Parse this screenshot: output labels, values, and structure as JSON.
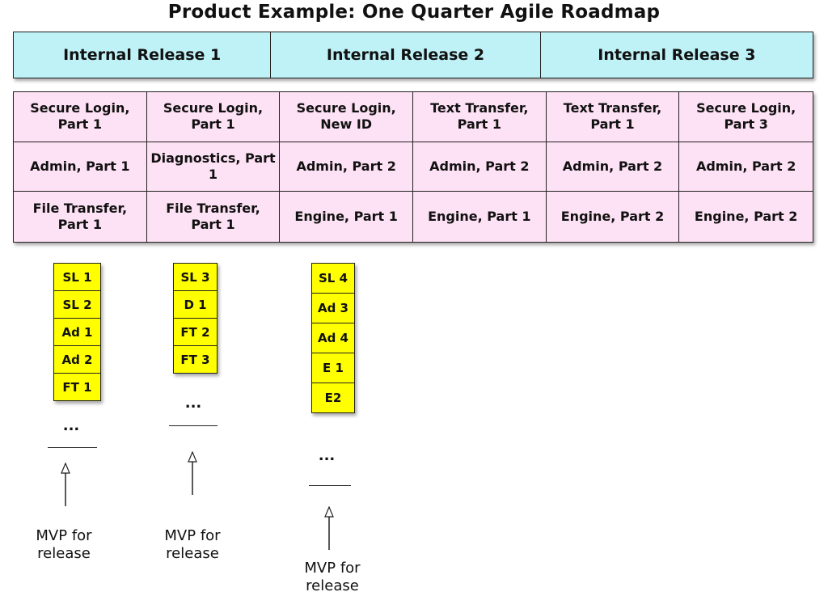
{
  "title": "Product Example: One Quarter Agile Roadmap",
  "releases": [
    "Internal Release 1",
    "Internal Release 2",
    "Internal Release 3"
  ],
  "features": [
    "Secure Login,\nPart 1",
    "Secure Login,\nPart 1",
    "Secure Login,\nNew ID",
    "Text Transfer,\nPart 1",
    "Text Transfer,\nPart 1",
    "Secure Login,\nPart 3",
    "Admin, Part 1",
    "Diagnostics, Part 1",
    "Admin, Part 2",
    "Admin, Part 2",
    "Admin, Part 2",
    "Admin, Part 2",
    "File Transfer, Part 1",
    "File Transfer, Part 1",
    "Engine, Part 1",
    "Engine, Part 1",
    "Engine, Part 2",
    "Engine, Part 2"
  ],
  "stacks": [
    {
      "stories": [
        "SL 1",
        "SL 2",
        "Ad 1",
        "Ad 2",
        "FT 1"
      ],
      "ellipsis": "...",
      "label": "MVP for\nrelease"
    },
    {
      "stories": [
        "SL 3",
        "D 1",
        "FT 2",
        "FT 3"
      ],
      "ellipsis": "...",
      "label": "MVP for\nrelease"
    },
    {
      "stories": [
        "SL 4",
        "Ad 3",
        "Ad 4",
        "E 1",
        "E2"
      ],
      "ellipsis": "...",
      "label": "MVP for\nrelease"
    }
  ],
  "colors": {
    "release_fill": "#bff2f7",
    "feature_fill": "#fde1f4",
    "story_fill": "#ffff00",
    "border": "#222222"
  }
}
